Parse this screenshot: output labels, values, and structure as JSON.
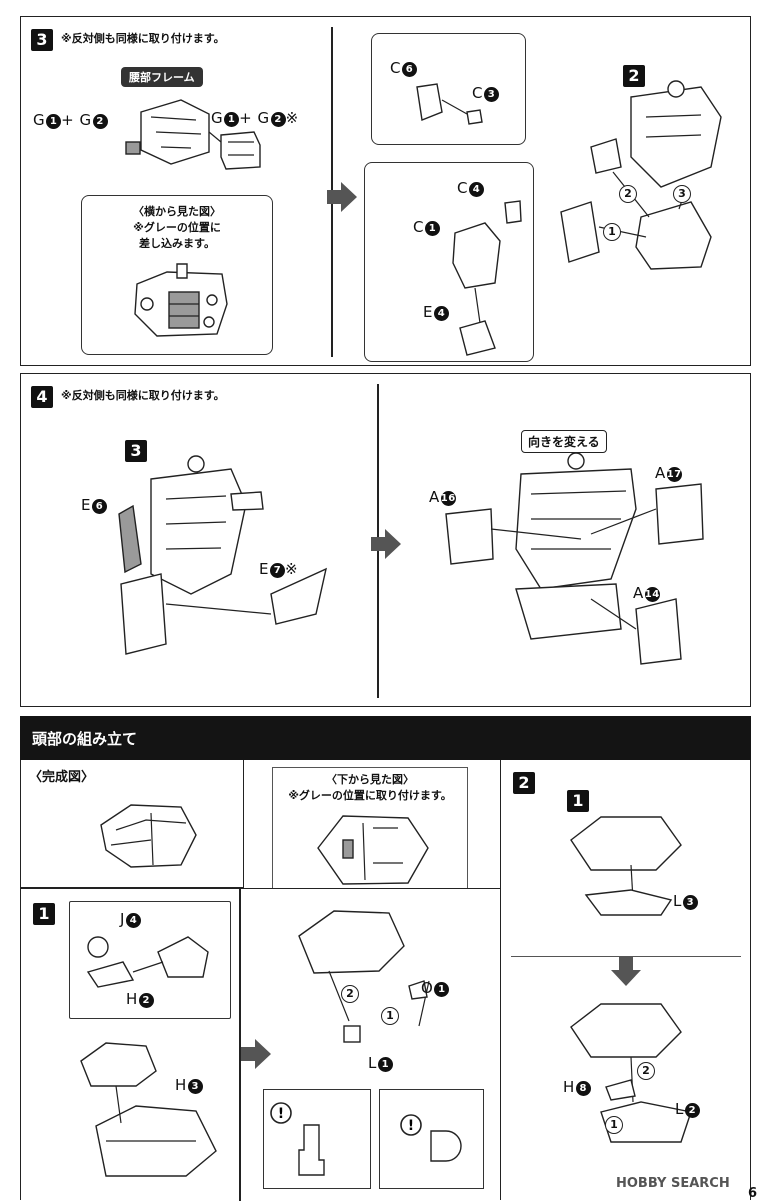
{
  "step3": {
    "badge": "3",
    "note": "※反対側も同様に取り付けます。",
    "waist_tag": "腰部フレーム",
    "label_left": "G",
    "label_left_n1": "1",
    "label_left_plus": "+ G",
    "label_left_n2": "2",
    "label_right": "G",
    "label_right_n1": "1",
    "label_right_plus": "+ G",
    "label_right_n2": "2",
    "label_right_mark": "※",
    "side_view_line1": "〈横から見た図〉",
    "side_view_line2": "※グレーの位置に",
    "side_view_line3": "差し込みます。",
    "c6": "C",
    "c6_n": "6",
    "c3": "C",
    "c3_n": "3",
    "c4": "C",
    "c4_n": "4",
    "c1": "C",
    "c1_n": "1",
    "e4": "E",
    "e4_n": "4",
    "ref2": "2",
    "step_1": "1",
    "step_2": "2",
    "step_3": "3"
  },
  "step4": {
    "badge": "4",
    "note": "※反対側も同様に取り付けます。",
    "ref3": "3",
    "e6": "E",
    "e6_n": "6",
    "e7": "E",
    "e7_n": "7",
    "e7_mark": "※",
    "turn_tag": "向きを変える",
    "a16": "A",
    "a16_n": "16",
    "a17": "A",
    "a17_n": "17",
    "a14": "A",
    "a14_n": "14"
  },
  "head": {
    "section_title": "頭部の組み立て",
    "complete_label": "〈完成図〉",
    "bottom_view_line1": "〈下から見た図〉",
    "bottom_view_line2": "※グレーの位置に取り付けます。",
    "step1_badge": "1",
    "j4": "J",
    "j4_n": "4",
    "h2": "H",
    "h2_n": "2",
    "h3": "H",
    "h3_n": "3",
    "l1": "L",
    "l1_n": "1",
    "o1": "O",
    "o1_n": "1",
    "step2_badge": "2",
    "ref1": "1",
    "l3": "L",
    "l3_n": "3",
    "h8": "H",
    "h8_n": "8",
    "l2": "L",
    "l2_n": "2",
    "n1": "1",
    "n2": "2"
  },
  "footer": {
    "watermark": "HOBBY SEARCH",
    "page": "6"
  }
}
